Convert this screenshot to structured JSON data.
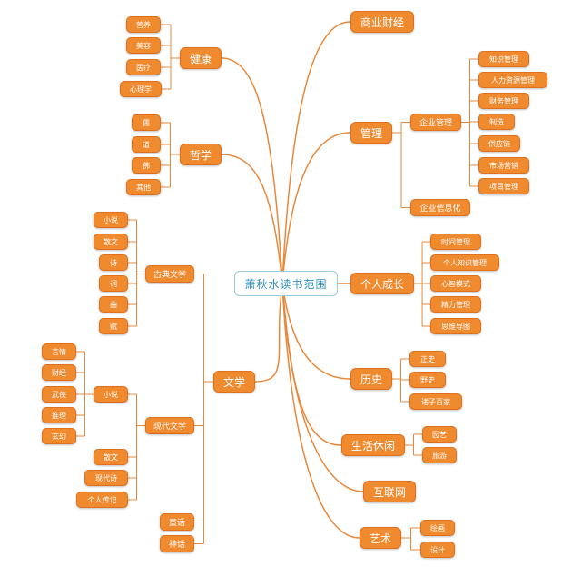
{
  "center": "萧秋水读书范围",
  "health": {
    "label": "健康",
    "items": [
      "营养",
      "美容",
      "医疗",
      "心理学"
    ]
  },
  "philosophy": {
    "label": "哲学",
    "items": [
      "儒",
      "道",
      "佛",
      "其他"
    ]
  },
  "literature": {
    "label": "文学",
    "classical": {
      "label": "古典文学",
      "items": [
        "小说",
        "散文",
        "诗",
        "词",
        "曲",
        "赋"
      ]
    },
    "modern": {
      "label": "现代文学",
      "novel": {
        "label": "小说",
        "items": [
          "言情",
          "财经",
          "武侠",
          "推理",
          "玄幻"
        ]
      },
      "items": [
        "散文",
        "现代诗",
        "个人传记"
      ]
    },
    "others": [
      "童话",
      "神话"
    ]
  },
  "business": {
    "label": "商业财经"
  },
  "management": {
    "label": "管理",
    "enterprise": {
      "label": "企业管理",
      "items": [
        "知识管理",
        "人力资源管理",
        "财务管理",
        "制造",
        "供应链",
        "市场营销",
        "项目管理"
      ]
    },
    "informatization": "企业信息化"
  },
  "growth": {
    "label": "个人成长",
    "items": [
      "时间管理",
      "个人知识管理",
      "心智模式",
      "精力管理",
      "思维导图"
    ]
  },
  "history": {
    "label": "历史",
    "items": [
      "正史",
      "野史",
      "诸子百家"
    ]
  },
  "leisure": {
    "label": "生活休闲",
    "items": [
      "园艺",
      "旅游"
    ]
  },
  "internet": {
    "label": "互联网"
  },
  "art": {
    "label": "艺术",
    "items": [
      "绘画",
      "设计"
    ]
  },
  "colors": {
    "node": "#f08a2e",
    "node_border": "#e0701c",
    "line": "#e8883c",
    "center_text": "#2f8fbf",
    "center_border": "#9fc9de"
  }
}
